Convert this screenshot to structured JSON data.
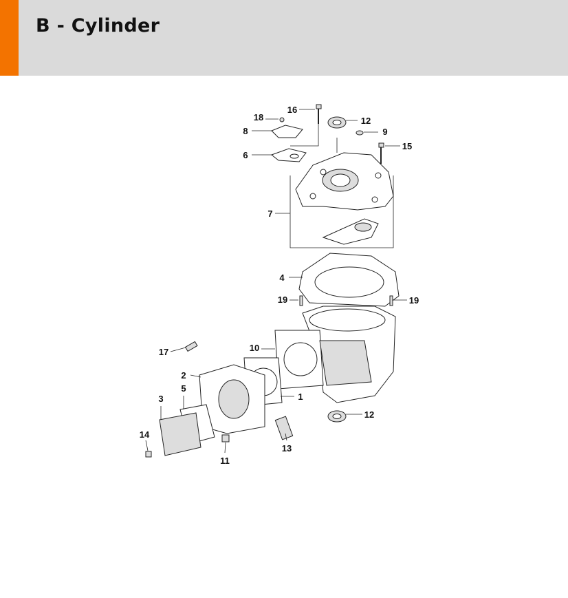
{
  "header": {
    "title": "B - Cylinder",
    "accent_color": "#f37300",
    "background_color": "#dadada"
  },
  "callouts": [
    "16",
    "12",
    "18",
    "8",
    "9",
    "15",
    "6",
    "7",
    "4",
    "19",
    "19",
    "10",
    "17",
    "2",
    "1",
    "3",
    "5",
    "12",
    "14",
    "13",
    "11"
  ]
}
